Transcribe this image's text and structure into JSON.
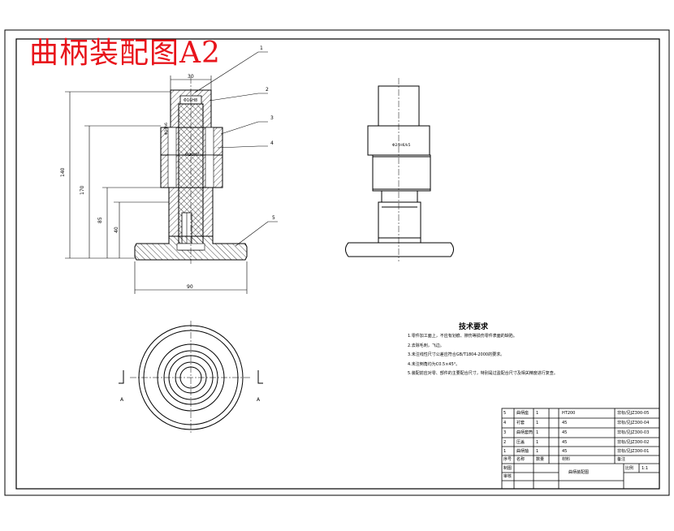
{
  "title": "曲柄装配图A2",
  "callouts": [
    "1",
    "2",
    "3",
    "4",
    "5"
  ],
  "dimensions": {
    "total_height": "140",
    "mid_height": "170",
    "lower_height": "85",
    "lowest_height": "40",
    "top_width": "30",
    "base_width": "90",
    "top_bore": "Φ16H8",
    "mid_bore": "Φ20H7",
    "side_fit": "Φ16h6",
    "front_view_fit": "Φ24H6/k5"
  },
  "section_marks": {
    "left": "A",
    "right": "A"
  },
  "tech": {
    "title": "技术要求",
    "items": [
      "1.零件加工面上，不应有划痕、擦伤等损伤零件表面的缺陷。",
      "2.去除毛刺，飞边。",
      "3.未注线性尺寸公差应符合GB/T1804-2000的要求。",
      "4.未注倒角均为C0.5×45°。",
      "5.装配前应对零、部件的主要配合尺寸，特别是过盈配合尺寸及相关精度进行复查。"
    ]
  },
  "bom": {
    "rows": [
      {
        "no": "5",
        "name": "曲柄座",
        "qty": "1",
        "material": "HT200",
        "std": "非标/见JZ300-05"
      },
      {
        "no": "4",
        "name": "衬套",
        "qty": "1",
        "material": "45",
        "std": "非标/见JZ300-04"
      },
      {
        "no": "3",
        "name": "曲柄套筒",
        "qty": "1",
        "material": "45",
        "std": "非标/见JZ300-03"
      },
      {
        "no": "2",
        "name": "压盖",
        "qty": "1",
        "material": "45",
        "std": "非标/见JZ300-02"
      },
      {
        "no": "1",
        "name": "曲柄轴",
        "qty": "1",
        "material": "45",
        "std": "非标/见JZ300-01"
      }
    ],
    "header": {
      "no": "序号",
      "name": "名称",
      "qty": "数量",
      "material": "材料",
      "std": "备注"
    },
    "labels": {
      "drawn": "制图",
      "checked": "审核",
      "scale_label": "比例",
      "scale": "1:1"
    },
    "drawing_name": "曲柄装配图"
  }
}
